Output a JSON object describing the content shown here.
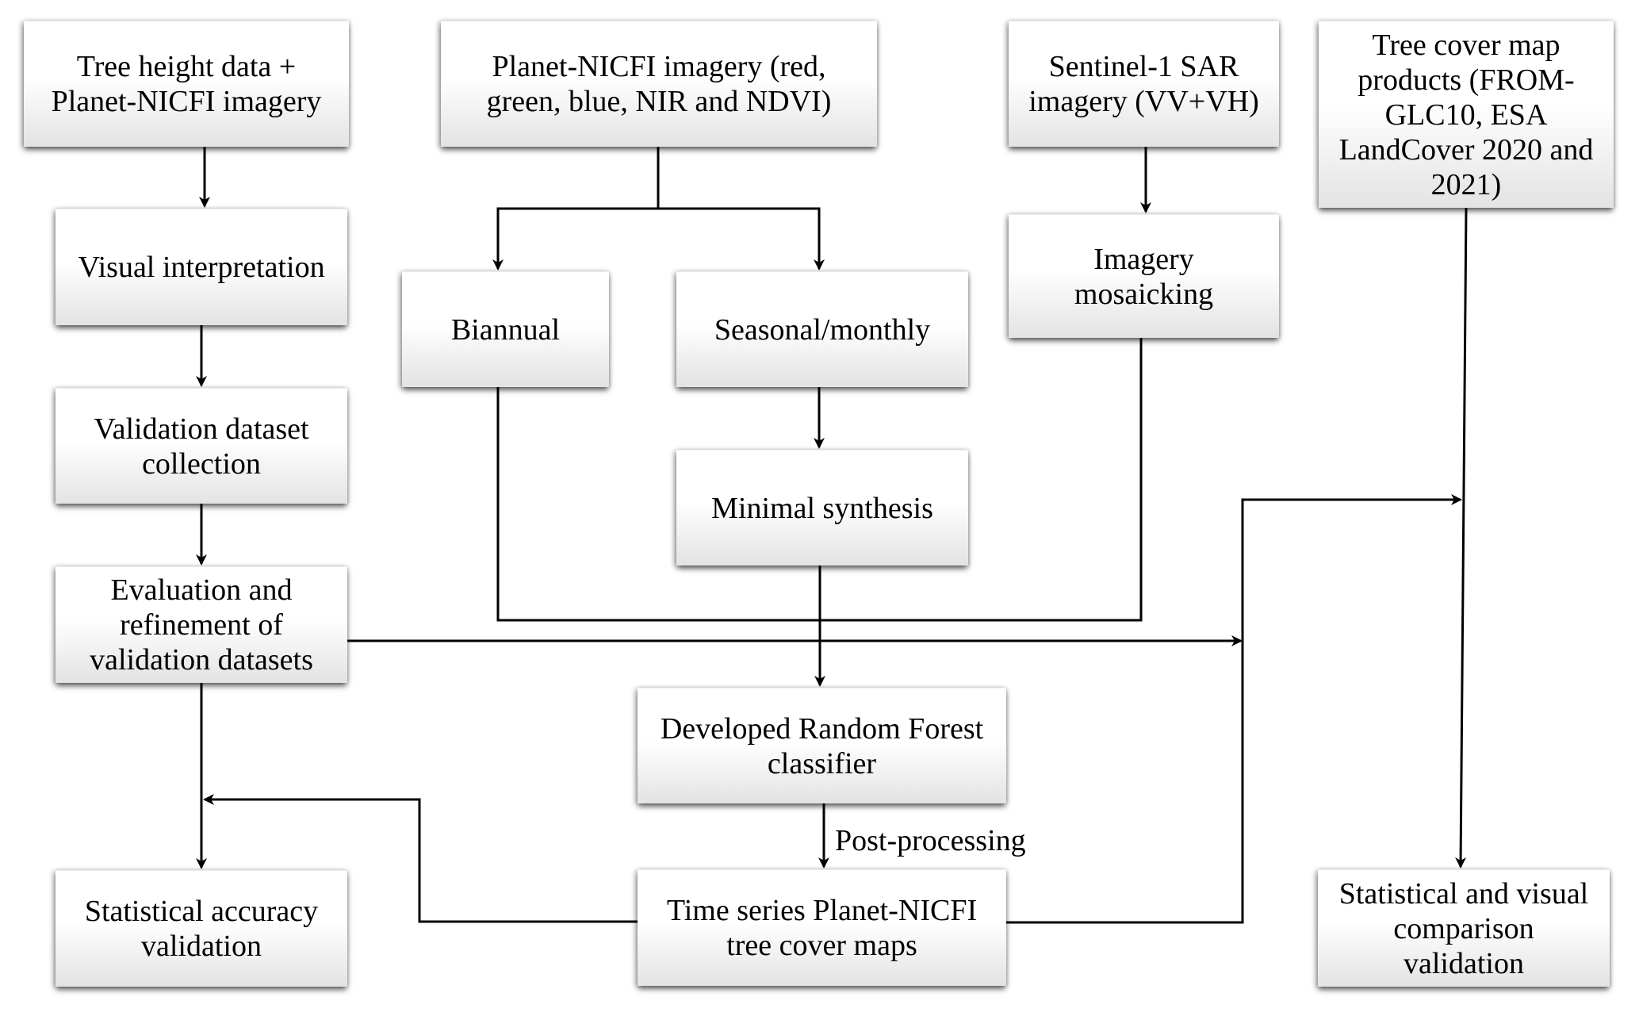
{
  "diagram": {
    "nodes": {
      "tree_height": "Tree height data + Planet-NICFI imagery",
      "planet_imagery": "Planet-NICFI imagery (red, green, blue, NIR and NDVI)",
      "sentinel": "Sentinel-1 SAR imagery (VV+VH)",
      "tree_cover_products": "Tree cover map products (FROM-GLC10, ESA LandCover 2020 and 2021)",
      "visual_interpretation": "Visual interpretation",
      "biannual": "Biannual",
      "seasonal_monthly": "Seasonal/monthly",
      "imagery_mosaicking": "Imagery mosaicking",
      "validation_collection": "Validation dataset collection",
      "minimal_synthesis": "Minimal synthesis",
      "evaluation_refinement": "Evaluation and refinement of validation datasets",
      "random_forest": "Developed Random Forest classifier",
      "statistical_accuracy": "Statistical accuracy validation",
      "time_series_maps": "Time series Planet-NICFI tree cover maps",
      "statistical_visual": "Statistical and visual comparison validation"
    },
    "node_lines": {
      "tree_height": [
        "Tree height data +",
        "Planet-NICFI imagery"
      ],
      "planet_imagery": [
        "Planet-NICFI imagery (red,",
        "green, blue, NIR and NDVI)"
      ],
      "sentinel": [
        "Sentinel-1 SAR",
        "imagery (VV+VH)"
      ],
      "tree_cover_products": [
        "Tree cover map",
        "products (FROM-",
        "GLC10, ESA",
        "LandCover 2020 and",
        "2021)"
      ],
      "visual_interpretation": [
        "Visual interpretation"
      ],
      "biannual": [
        "Biannual"
      ],
      "seasonal_monthly": [
        "Seasonal/monthly"
      ],
      "imagery_mosaicking": [
        "Imagery",
        "mosaicking"
      ],
      "validation_collection": [
        "Validation dataset",
        "collection"
      ],
      "minimal_synthesis": [
        "Minimal synthesis"
      ],
      "evaluation_refinement": [
        "Evaluation and",
        "refinement of",
        "validation datasets"
      ],
      "random_forest": [
        "Developed Random Forest",
        "classifier"
      ],
      "statistical_accuracy": [
        "Statistical accuracy",
        "validation"
      ],
      "time_series_maps": [
        "Time series Planet-NICFI",
        "tree cover maps"
      ],
      "statistical_visual": [
        "Statistical and visual",
        "comparison",
        "validation"
      ]
    },
    "edge_labels": {
      "post_processing": "Post-processing"
    },
    "edges": [
      {
        "from": "tree_height",
        "to": "visual_interpretation"
      },
      {
        "from": "visual_interpretation",
        "to": "validation_collection"
      },
      {
        "from": "validation_collection",
        "to": "evaluation_refinement"
      },
      {
        "from": "evaluation_refinement",
        "to": "statistical_accuracy"
      },
      {
        "from": "planet_imagery",
        "to": "biannual"
      },
      {
        "from": "planet_imagery",
        "to": "seasonal_monthly"
      },
      {
        "from": "seasonal_monthly",
        "to": "minimal_synthesis"
      },
      {
        "from": "minimal_synthesis",
        "to": "random_forest"
      },
      {
        "from": "biannual",
        "to": "random_forest"
      },
      {
        "from": "imagery_mosaicking",
        "to": "random_forest"
      },
      {
        "from": "sentinel",
        "to": "imagery_mosaicking"
      },
      {
        "from": "random_forest",
        "to": "time_series_maps",
        "label": "Post-processing"
      },
      {
        "from": "time_series_maps",
        "to": "statistical_accuracy"
      },
      {
        "from": "evaluation_refinement",
        "to": "statistical_visual"
      },
      {
        "from": "time_series_maps",
        "to": "statistical_visual"
      },
      {
        "from": "tree_cover_products",
        "to": "statistical_visual"
      }
    ]
  }
}
